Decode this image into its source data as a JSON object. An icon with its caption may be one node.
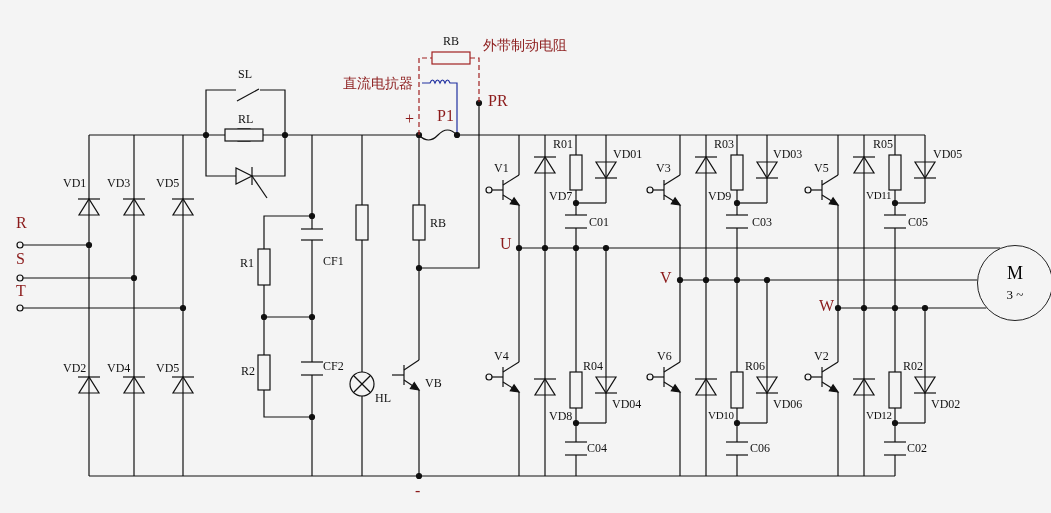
{
  "diagram": {
    "nodes": [
      {
        "text": [
          "M",
          "3 ~"
        ]
      }
    ],
    "labels": [
      "RB",
      "外带制动电阻",
      "SL",
      "直流电抗器",
      "PR",
      "RL",
      "+",
      "P1",
      "R01",
      "R03",
      "R05",
      "VD01",
      "VD03",
      "VD05",
      "V1",
      "V3",
      "V5",
      "VD1",
      "VD3",
      "VD5",
      "VD7",
      "VD9",
      "VD11",
      "R",
      "RB",
      "C01",
      "C03",
      "C05",
      "U",
      "S",
      "R1",
      "CF1",
      "V",
      "T",
      "W",
      "VD2",
      "VD4",
      "VD5",
      "R2",
      "CF2",
      "VB",
      "V4",
      "R04",
      "V6",
      "R06",
      "V2",
      "R02",
      "HL",
      "VD04",
      "VD06",
      "VD02",
      "VD8",
      "VD10",
      "VD12",
      "C04",
      "C06",
      "C02",
      "-"
    ]
  }
}
